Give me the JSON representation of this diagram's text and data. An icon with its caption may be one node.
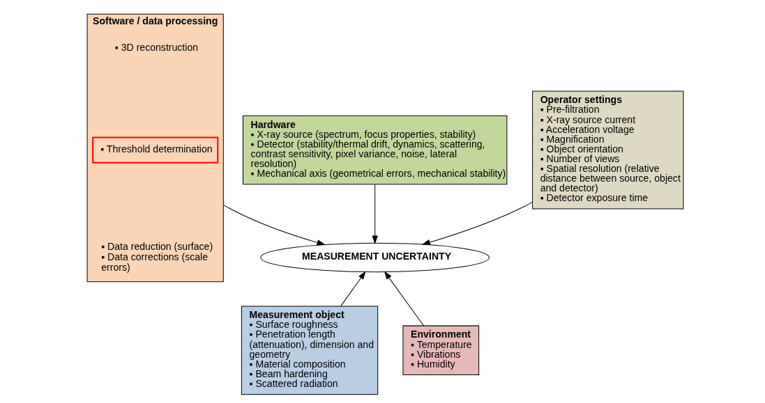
{
  "diagram": {
    "nodes": [
      {
        "text": [
          "Software / data processing",
          "▪ 3D reconstruction",
          "▪ Data reduction (surface)",
          "▪ Data corrections (scale errors)"
        ]
      },
      {
        "text": [
          "▪ Threshold determination"
        ],
        "in": 0
      },
      {
        "text": [
          "Hardware",
          "▪ X-ray source (spectrum, focus properties, stability)",
          "▪ Detector (stability/thermal drift, dynamics, scattering, contrast sensitivity, pixel variance, noise, lateral resolution)",
          "▪ Mechanical axis (geometrical errors, mechanical stability)"
        ]
      },
      {
        "text": [
          "MEASUREMENT UNCERTAINTY"
        ]
      },
      {
        "text": [
          "Operator settings",
          "▪ Pre-filtration",
          "▪ X-ray source current",
          "▪ Acceleration voltage",
          "▪ Magnification",
          "▪ Object orientation",
          "▪ Number of views",
          "▪ Spatial resolution (relative distance between source, object and detector)",
          "▪ Detector exposure time"
        ]
      },
      {
        "text": [
          "Measurement object",
          "▪ Surface roughness",
          "▪ Penetration length (attenuation), dimension and geometry",
          "▪ Material composition",
          "▪ Beam hardening",
          "▪ Scattered radiation"
        ]
      },
      {
        "text": [
          "Environment",
          "▪ Temperature",
          "▪ Vibrations",
          "▪ Humidity"
        ]
      }
    ],
    "edges": [
      {
        "from": 0,
        "to": 3,
        "arrow": "to"
      },
      {
        "from": 2,
        "to": 3,
        "arrow": "to"
      },
      {
        "from": 4,
        "to": 3,
        "arrow": "to"
      },
      {
        "from": 5,
        "to": 3,
        "arrow": "to"
      },
      {
        "from": 6,
        "to": 3,
        "arrow": "to"
      }
    ]
  }
}
